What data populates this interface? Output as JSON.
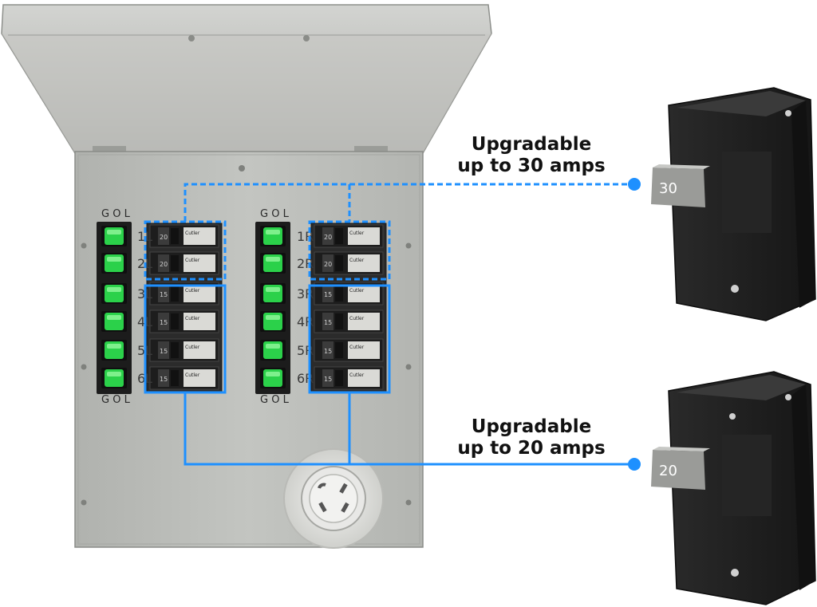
{
  "callouts": {
    "top": {
      "line1": "Upgradable",
      "line2": "up to 30 amps"
    },
    "bottom": {
      "line1": "Upgradable",
      "line2": "up to 20 amps"
    }
  },
  "panel": {
    "switch_header": "G O L",
    "rows_left": [
      "1L",
      "2L",
      "3L",
      "4L",
      "5L",
      "6L"
    ],
    "rows_right": [
      "1R",
      "2R",
      "3R",
      "4R",
      "5R",
      "6R"
    ]
  },
  "breakers": {
    "upper_rating": "20",
    "lower_rating": "15",
    "brand": "Cutler"
  },
  "loose_breakers": {
    "top_rating": "30",
    "bottom_rating": "20"
  },
  "colors": {
    "accent_blue": "#1e90ff",
    "indicator_green": "#2bd14a"
  },
  "icons": [
    "screw-icon",
    "power-inlet-icon",
    "toggle-switch-icon"
  ]
}
